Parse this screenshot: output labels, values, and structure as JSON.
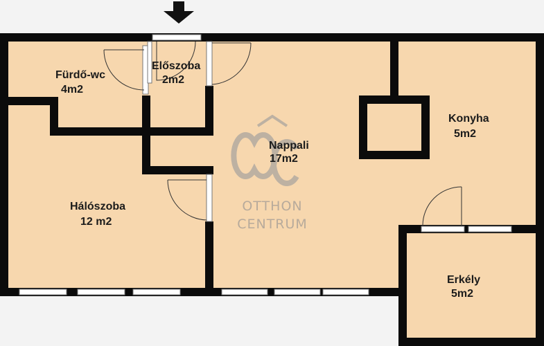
{
  "rooms": {
    "furdo": {
      "name": "Fürdő-wc",
      "area": "4m2"
    },
    "eloszoba": {
      "name": "Előszoba",
      "area": "2m2"
    },
    "nappali": {
      "name": "Nappali",
      "area": "17m2"
    },
    "konyha": {
      "name": "Konyha",
      "area": "5m2"
    },
    "haloszoba": {
      "name": "Hálószoba",
      "area": "12 m2"
    },
    "erkely": {
      "name": "Erkély",
      "area": "5m2"
    }
  },
  "watermark": {
    "logo": "OC",
    "line1": "OTTHON",
    "line2": "CENTRUM"
  },
  "colors": {
    "floor": "#f7d7ae",
    "wall": "#0b0b0b",
    "background": "#f3f3f3",
    "watermark": "#b7aa9b"
  },
  "icons": {
    "entrance": "arrow-down-icon"
  }
}
